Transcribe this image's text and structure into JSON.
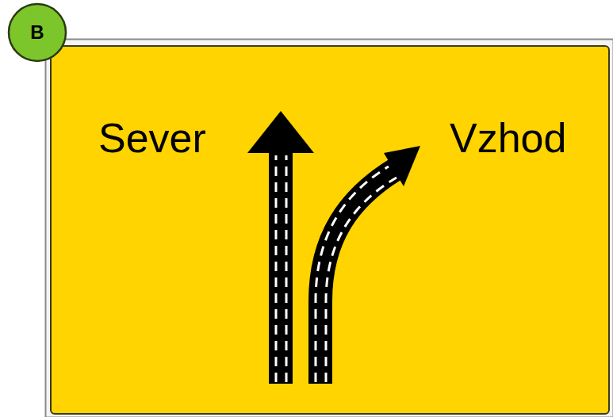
{
  "diagram": {
    "nodes": [
      {
        "text": [
          "B"
        ]
      },
      {
        "text": [
          "Sever",
          "Vzhod"
        ]
      }
    ]
  }
}
